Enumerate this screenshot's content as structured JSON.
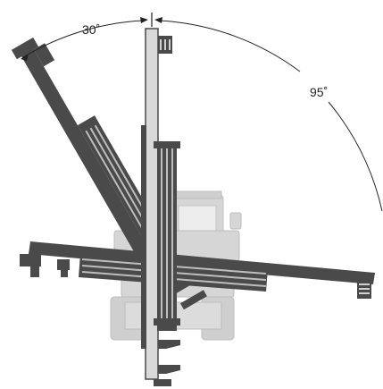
{
  "diagram": {
    "angle_left": {
      "value": 30,
      "label": "30˚"
    },
    "angle_right": {
      "value": 95,
      "label": "95˚"
    },
    "colors": {
      "mast_dark": "#4a4a4a",
      "mast_light": "#d9d9d9",
      "machine_body": "#d6d6d6",
      "machine_outline": "#9a9a9a",
      "arc_line": "#222222"
    }
  }
}
